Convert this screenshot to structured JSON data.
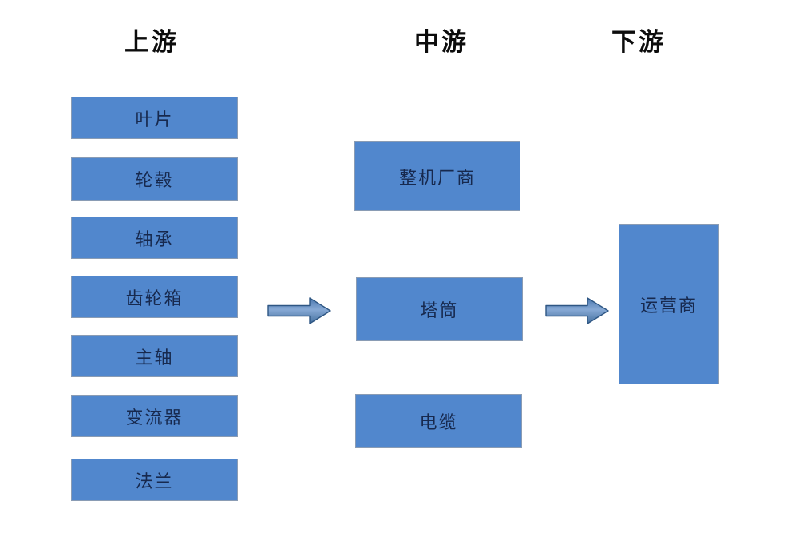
{
  "diagram": {
    "description": "industry-chain-flow",
    "headers": [
      {
        "label": "上游"
      },
      {
        "label": "中游"
      },
      {
        "label": "下游"
      }
    ],
    "upstream_boxes": [
      {
        "label": "叶片"
      },
      {
        "label": "轮毂"
      },
      {
        "label": "轴承"
      },
      {
        "label": "齿轮箱"
      },
      {
        "label": "主轴"
      },
      {
        "label": "变流器"
      },
      {
        "label": "法兰"
      }
    ],
    "midstream_boxes": [
      {
        "label": "整机厂商"
      },
      {
        "label": "塔筒"
      },
      {
        "label": "电缆"
      }
    ],
    "downstream_boxes": [
      {
        "label": "运营商"
      }
    ],
    "arrows": [
      {
        "name": "upstream-to-midstream"
      },
      {
        "name": "midstream-to-downstream"
      }
    ],
    "colors": {
      "box_fill": "#5187cd",
      "box_border": "#8a9cb4",
      "arrow_fill": "#4f81bd",
      "arrow_border": "#2e5683",
      "box_text": "#17294e",
      "header_text": "#0c0c0c",
      "background": "#ffffff"
    }
  }
}
